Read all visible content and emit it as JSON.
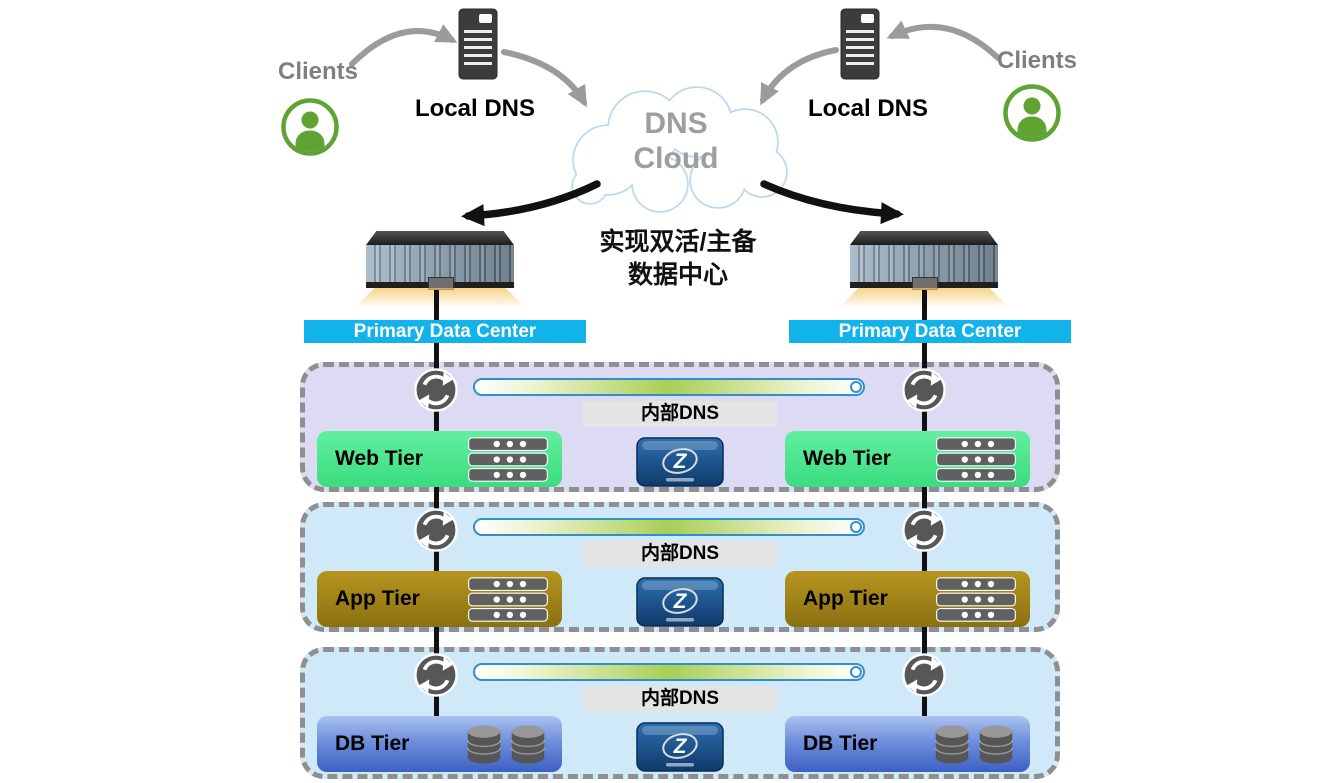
{
  "top": {
    "clients_left_label": "Clients",
    "local_dns_left_label": "Local DNS",
    "cloud_label_line1": "DNS",
    "cloud_label_line2": "Cloud",
    "local_dns_right_label": "Local DNS",
    "clients_right_label": "Clients",
    "caption_line1": "实现双活/主备",
    "caption_line2": "数据中心"
  },
  "banners": {
    "left_label": "Primary Data Center",
    "right_label": "Primary Data Center"
  },
  "appliance_logo": "Z",
  "tiers": [
    {
      "id": "web",
      "left_label": "Web Tier",
      "right_label": "Web Tier",
      "internal_dns_label": "内部DNS"
    },
    {
      "id": "app",
      "left_label": "App Tier",
      "right_label": "App Tier",
      "internal_dns_label": "内部DNS"
    },
    {
      "id": "db",
      "left_label": "DB Tier",
      "right_label": "DB Tier",
      "internal_dns_label": "内部DNS"
    }
  ],
  "colors": {
    "banner": "#12b2ea",
    "section_border": "#8f8f8f",
    "web_section_bg": "#dcdbf3",
    "app_section_bg": "#cfe9f8",
    "db_section_bg": "#cfe9f8",
    "web_box_top": "#62efa0",
    "web_box_bottom": "#3bdc7f",
    "app_box_top": "#b6951f",
    "app_box_bottom": "#8a7010",
    "db_box_top": "#aac2f0",
    "db_box_bottom": "#3c60c4",
    "dns_label_bg": "#e4e4e4",
    "clients_text": "#7f7f7f",
    "cloud_text": "#9e9e9e",
    "person_green": "#5fa433",
    "arrow_gray": "#9b9b9b",
    "arrow_black": "#111111"
  }
}
